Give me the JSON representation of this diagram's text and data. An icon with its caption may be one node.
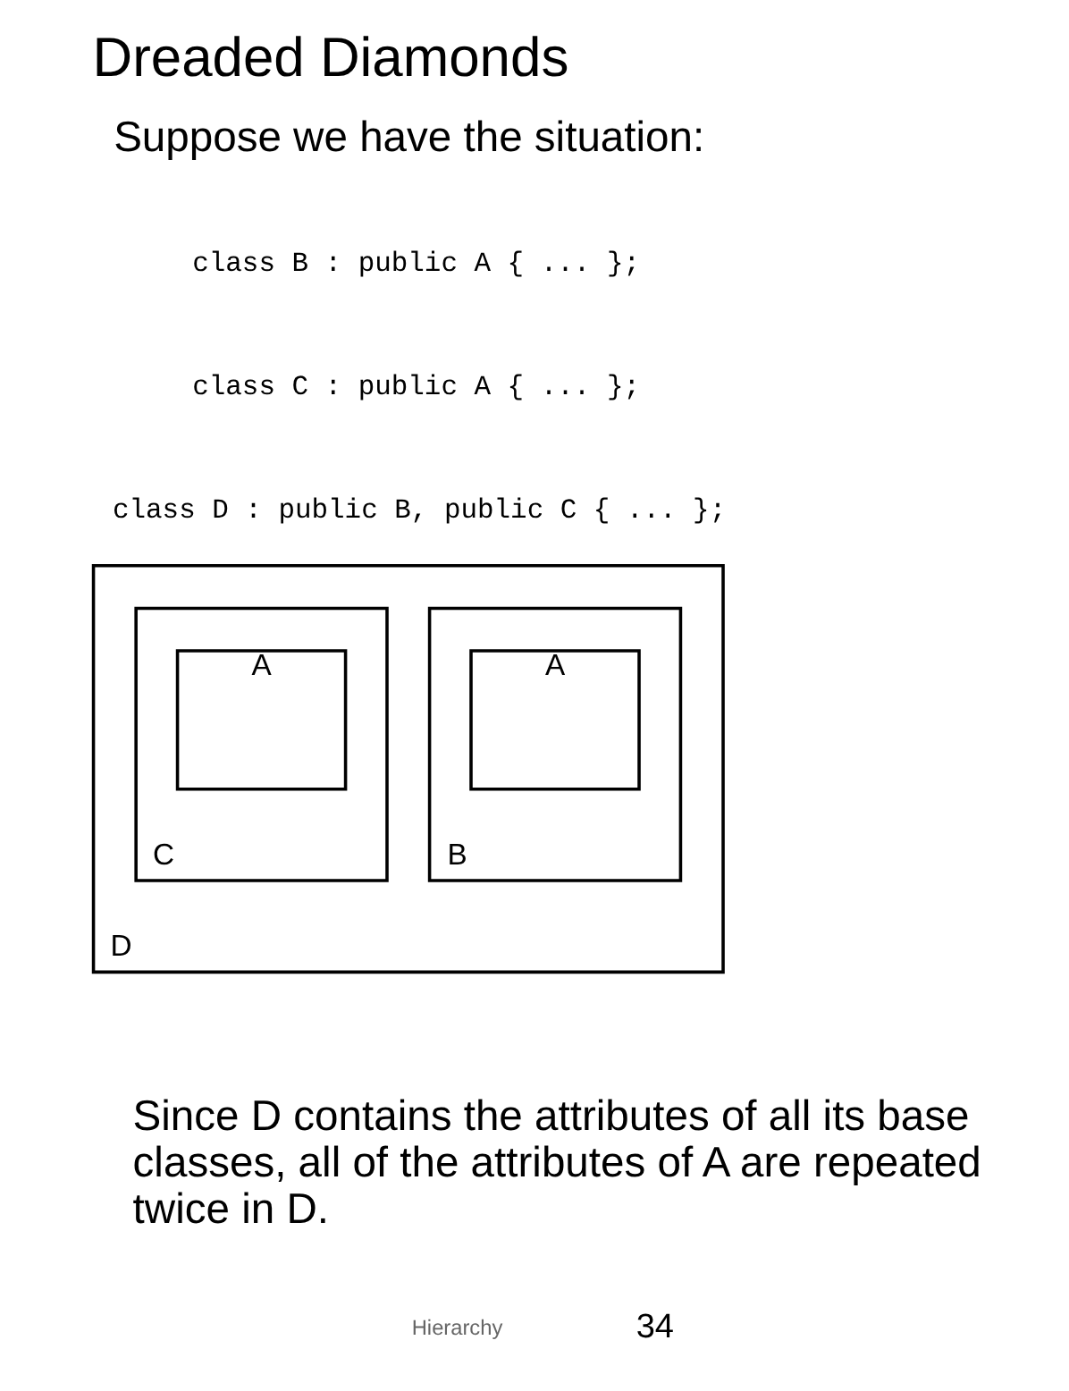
{
  "diagram": {
    "title": "Dreaded Diamonds",
    "nodes": [
      {
        "text": [
          "D"
        ]
      },
      {
        "text": [
          "B"
        ],
        "in": 0
      },
      {
        "text": [
          "A"
        ],
        "in": 1
      },
      {
        "text": [
          "C"
        ],
        "in": 0
      },
      {
        "text": [
          "A"
        ],
        "in": 3
      }
    ],
    "labels": [
      "Suppose we have the situation:",
      "class B : public A { ... };",
      "class C : public A { ... };",
      "class D : public B, public C { ... };",
      "Since D contains the attributes of all its base classes, all of the attributes of A are repeated twice in D.",
      "Hierarchy",
      "34"
    ]
  }
}
